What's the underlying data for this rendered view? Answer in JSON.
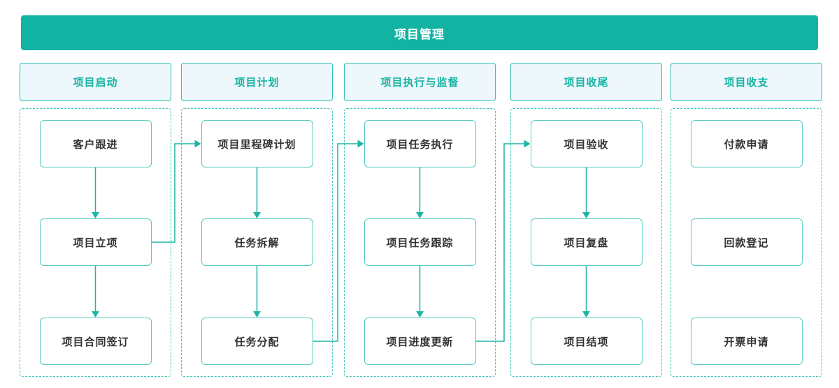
{
  "banner": {
    "title": "项目管理"
  },
  "columns": [
    {
      "id": "initiation",
      "header": "项目启动",
      "flow": true,
      "boxes": [
        "客户跟进",
        "项目立项",
        "项目合同签订"
      ]
    },
    {
      "id": "planning",
      "header": "项目计划",
      "flow": true,
      "boxes": [
        "项目里程碑计划",
        "任务拆解",
        "任务分配"
      ]
    },
    {
      "id": "execution",
      "header": "项目执行与监督",
      "flow": true,
      "boxes": [
        "项目任务执行",
        "项目任务跟踪",
        "项目进度更新"
      ]
    },
    {
      "id": "closure",
      "header": "项目收尾",
      "flow": true,
      "boxes": [
        "项目验收",
        "项目复盘",
        "项目结项"
      ]
    },
    {
      "id": "finance",
      "header": "项目收支",
      "flow": false,
      "boxes": [
        "付款申请",
        "回款登记",
        "开票申请"
      ]
    }
  ],
  "connections": [
    {
      "from": [
        0,
        1
      ],
      "to": [
        1,
        0
      ]
    },
    {
      "from": [
        1,
        2
      ],
      "to": [
        2,
        0
      ]
    },
    {
      "from": [
        2,
        2
      ],
      "to": [
        3,
        0
      ]
    }
  ],
  "colors": {
    "banner_bg": "#13b3a3",
    "header_bg": "#eef7fb",
    "header_border": "#2cc0b2",
    "header_text": "#14b3a3",
    "node_border": "#54cbbe",
    "node_text": "#333333",
    "container_dash": "#3fc6b8",
    "arrow": "#1db5a5"
  }
}
